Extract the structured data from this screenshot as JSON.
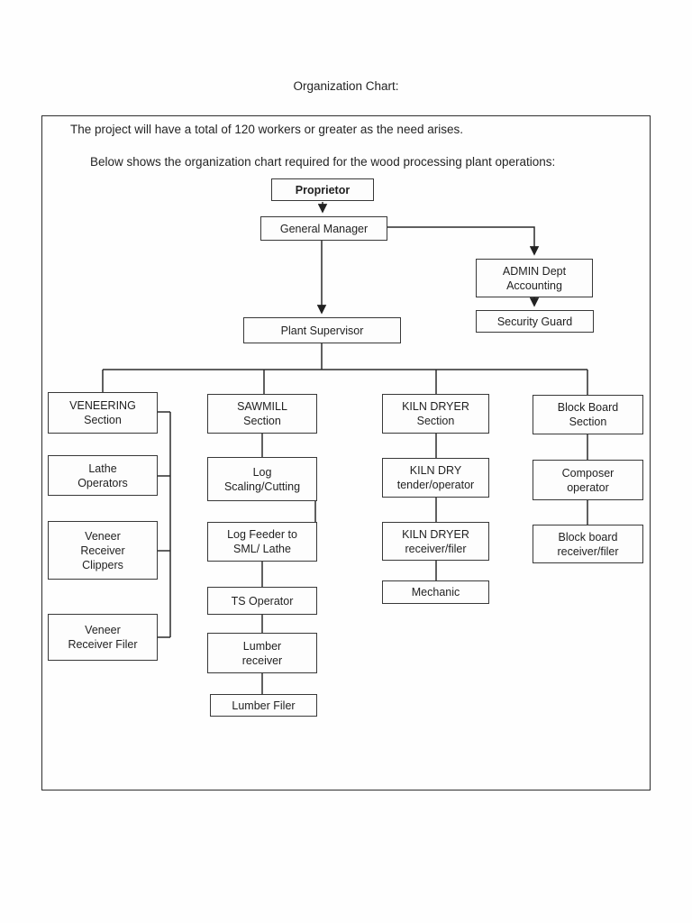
{
  "header": {
    "title": "Organization Chart:"
  },
  "intro": {
    "line1": "The project will have a total of 120 workers or greater as the need arises.",
    "line2": "Below shows the organization chart required for the wood processing plant operations:"
  },
  "colors": {
    "ink": "#1f1f1f",
    "border": "#383838"
  },
  "org": {
    "proprietor": "Proprietor",
    "general_manager": "General Manager",
    "admin_dept": "ADMIN Dept\nAccounting",
    "security_guard": "Security Guard",
    "plant_supervisor": "Plant Supervisor",
    "veneering": {
      "section": "VENEERING\nSection",
      "lathe_operators": "Lathe\nOperators",
      "receiver_clippers": "Veneer\nReceiver\nClippers",
      "receiver_filer": "Veneer\nReceiver Filer"
    },
    "sawmill": {
      "section": "SAWMILL\nSection",
      "log_scaling_cutting": "Log\nScaling/Cutting",
      "log_feeder": "Log Feeder to\nSML/ Lathe",
      "ts_operator": "TS Operator",
      "lumber_receiver": "Lumber\nreceiver",
      "lumber_filer": "Lumber Filer"
    },
    "kiln": {
      "section": "KILN DRYER\nSection",
      "tender_operator": "KILN DRY\ntender/operator",
      "receiver_filer": "KILN DRYER\nreceiver/filer",
      "mechanic": "Mechanic"
    },
    "block_board": {
      "section": "Block Board\nSection",
      "composer_operator": "Composer\noperator",
      "receiver_filer": "Block board\nreceiver/filer"
    }
  }
}
